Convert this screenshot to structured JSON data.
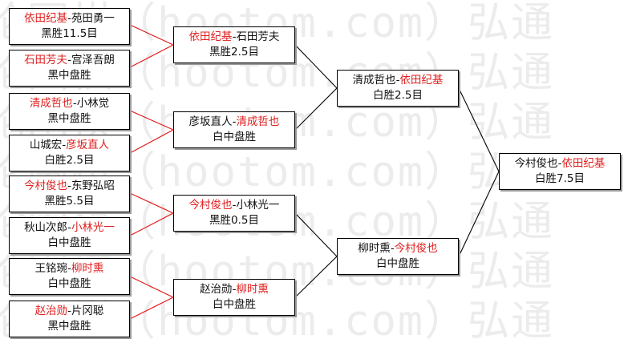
{
  "watermark": "论围棋（hootom.com）弘通",
  "round1": [
    {
      "p1": "依田纪基",
      "p1_win": true,
      "p2": "苑田勇一",
      "p2_win": false,
      "result": "黑胜11.5目"
    },
    {
      "p1": "石田芳夫",
      "p1_win": true,
      "p2": "宫泽吾朗",
      "p2_win": false,
      "result": "黑中盘胜"
    },
    {
      "p1": "清成哲也",
      "p1_win": true,
      "p2": "小林觉",
      "p2_win": false,
      "result": "黑中盘胜"
    },
    {
      "p1": "山城宏",
      "p1_win": false,
      "p2": "彦坂直人",
      "p2_win": true,
      "result": "白胜2.5目"
    },
    {
      "p1": "今村俊也",
      "p1_win": true,
      "p2": "东野弘昭",
      "p2_win": false,
      "result": "黑胜5.5目"
    },
    {
      "p1": "秋山次郎",
      "p1_win": false,
      "p2": "小林光一",
      "p2_win": true,
      "result": "白中盘胜"
    },
    {
      "p1": "王铭琬",
      "p1_win": false,
      "p2": "柳时熏",
      "p2_win": true,
      "result": "白中盘胜"
    },
    {
      "p1": "赵治勋",
      "p1_win": true,
      "p2": "片冈聪",
      "p2_win": false,
      "result": "黑中盘胜"
    }
  ],
  "round2": [
    {
      "p1": "依田纪基",
      "p1_win": true,
      "p2": "石田芳夫",
      "p2_win": false,
      "result": "黑胜2.5目"
    },
    {
      "p1": "彦坂直人",
      "p1_win": false,
      "p2": "清成哲也",
      "p2_win": true,
      "result": "白中盘胜"
    },
    {
      "p1": "今村俊也",
      "p1_win": true,
      "p2": "小林光一",
      "p2_win": false,
      "result": "黑胜0.5目"
    },
    {
      "p1": "赵治勋",
      "p1_win": false,
      "p2": "柳时熏",
      "p2_win": true,
      "result": "白中盘胜"
    }
  ],
  "round3": [
    {
      "p1": "清成哲也",
      "p1_win": false,
      "p2": "依田纪基",
      "p2_win": true,
      "result": "白胜2.5目"
    },
    {
      "p1": "柳时熏",
      "p1_win": false,
      "p2": "今村俊也",
      "p2_win": true,
      "result": "白中盘胜"
    }
  ],
  "final": [
    {
      "p1": "今村俊也",
      "p1_win": false,
      "p2": "依田纪基",
      "p2_win": true,
      "result": "白胜7.5目"
    }
  ],
  "colors": {
    "winner": "#e02020",
    "loser": "#111111",
    "line": "#e01818",
    "border": "#000000"
  }
}
